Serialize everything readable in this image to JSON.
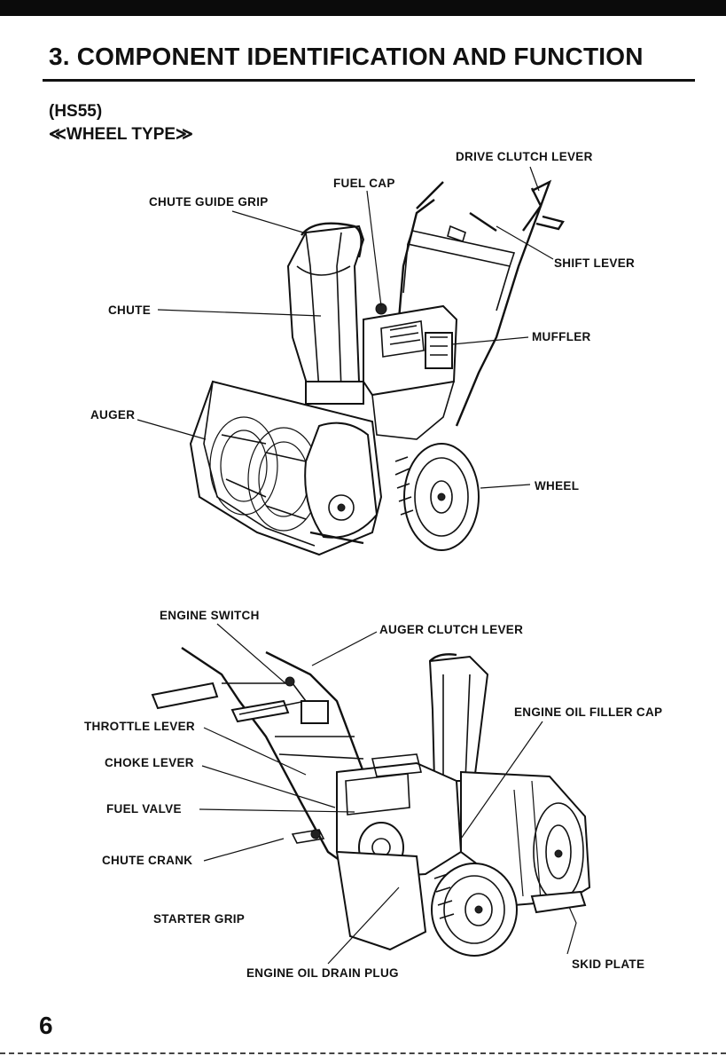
{
  "heading": {
    "title": "3. COMPONENT IDENTIFICATION AND FUNCTION",
    "model": "(HS55)",
    "type": "≪WHEEL TYPE≫"
  },
  "front_view": {
    "labels": {
      "drive_clutch_lever": "DRIVE CLUTCH LEVER",
      "fuel_cap": "FUEL CAP",
      "chute_guide_grip": "CHUTE GUIDE GRIP",
      "shift_lever": "SHIFT LEVER",
      "chute": "CHUTE",
      "muffler": "MUFFLER",
      "auger": "AUGER",
      "wheel": "WHEEL"
    }
  },
  "rear_view": {
    "labels": {
      "engine_switch": "ENGINE SWITCH",
      "auger_clutch_lever": "AUGER CLUTCH LEVER",
      "engine_oil_filler_cap": "ENGINE OIL FILLER CAP",
      "throttle_lever": "THROTTLE LEVER",
      "choke_lever": "CHOKE LEVER",
      "fuel_valve": "FUEL VALVE",
      "chute_crank": "CHUTE CRANK",
      "starter_grip": "STARTER GRIP",
      "skid_plate": "SKID PLATE",
      "engine_oil_drain_plug": "ENGINE OIL DRAIN PLUG"
    }
  },
  "page_number": "6"
}
